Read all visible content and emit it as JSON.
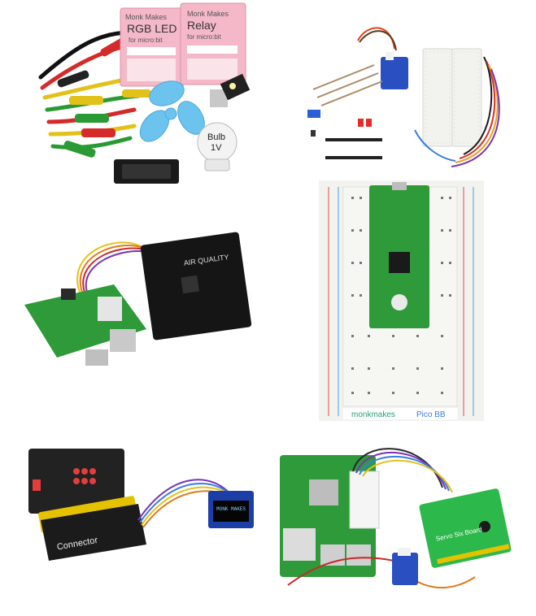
{
  "tiles": [
    {
      "name": "electronics-kit-microbit",
      "labels": {
        "pkg1_brand": "Monk Makes",
        "pkg1_title": "RGB LED",
        "pkg1_sub": "for micro:bit",
        "pkg2_brand": "Monk Makes",
        "pkg2_title": "Relay",
        "pkg2_sub": "for micro:bit",
        "bulb_text": "Bulb",
        "bulb_volt": "1V"
      }
    },
    {
      "name": "servo-breadboard-parts-kit",
      "labels": {}
    },
    {
      "name": "raspberry-pi-air-quality",
      "labels": {
        "board_title": "AIR QUALITY"
      }
    },
    {
      "name": "pico-breadboard",
      "labels": {
        "brand": "monkmakes",
        "product": "Pico BB"
      }
    },
    {
      "name": "microbit-oled-connector",
      "labels": {
        "connector": "Connector",
        "oled": "MONK MAKES"
      }
    },
    {
      "name": "raspberry-pi-servo-board",
      "labels": {
        "board": "Servo Six Board"
      }
    }
  ],
  "colors": {
    "background": "#ffffff",
    "pcb_green": "#2e9a3a",
    "breadboard": "#f2f2ef",
    "pink_pkg": "#f4b8c9",
    "fan_blue": "#6cc3ee",
    "edge_gold": "#e5c200"
  }
}
